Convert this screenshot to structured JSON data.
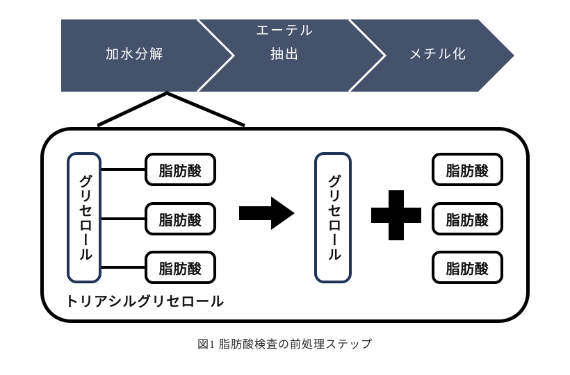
{
  "figure": {
    "caption": "図1 脂肪酸検査の前処理ステップ",
    "colors": {
      "banner_fill": "#44526b",
      "banner_text": "#ffffff",
      "chevron_divider": "#ffffff",
      "glycerol_border": "#1f3457",
      "fatty_acid_border": "#000000",
      "container_border": "#000000",
      "arrow_fill": "#000000",
      "plus_fill": "#000000",
      "background": "#ffffff"
    }
  },
  "banner": {
    "steps": [
      {
        "label": "加水分解"
      },
      {
        "label": "エーテル\n抽出"
      },
      {
        "label": "メチル化"
      }
    ]
  },
  "reaction": {
    "tag_label": "トリアシルグリセロール",
    "left": {
      "glycerol": "グリセロール",
      "fatty_acids": [
        "脂肪酸",
        "脂肪酸",
        "脂肪酸"
      ]
    },
    "operator_arrow": "right-arrow",
    "right": {
      "glycerol": "グリセロール",
      "operator_plus": "plus",
      "fatty_acids": [
        "脂肪酸",
        "脂肪酸",
        "脂肪酸"
      ]
    }
  }
}
